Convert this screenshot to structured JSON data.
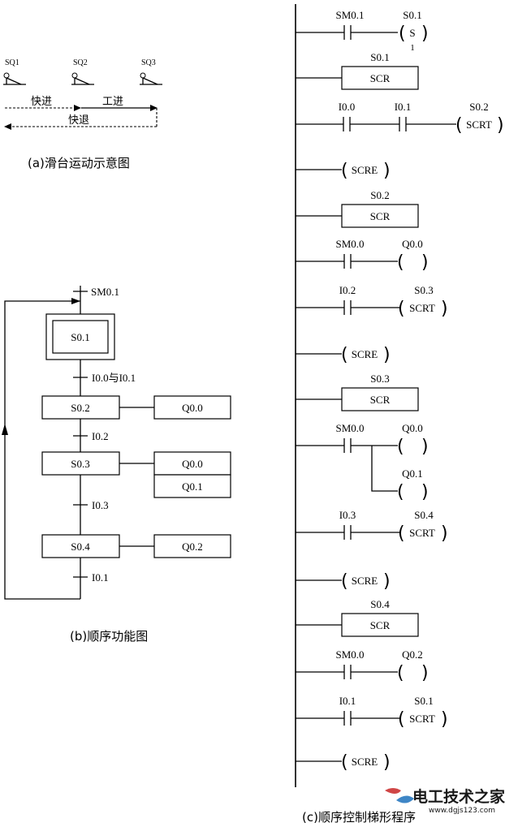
{
  "panel_a": {
    "caption": "(a)滑台运动示意图",
    "switches": [
      "SQ1",
      "SQ2",
      "SQ3"
    ],
    "fast_forward": "快进",
    "work_feed": "工进",
    "fast_return": "快退"
  },
  "panel_b": {
    "caption": "(b)顺序功能图",
    "initial_condition": "SM0.1",
    "steps": [
      "S0.1",
      "S0.2",
      "S0.3",
      "S0.4"
    ],
    "transitions": [
      "I0.0与I0.1",
      "I0.2",
      "I0.3",
      "I0.1"
    ],
    "actions": {
      "s02": [
        "Q0.0"
      ],
      "s03": [
        "Q0.0",
        "Q0.1"
      ],
      "s04": [
        "Q0.2"
      ]
    }
  },
  "panel_c": {
    "caption": "(c)顺序控制梯形程序",
    "rungs": [
      {
        "contact": "SM0.1",
        "coil_addr": "S0.1",
        "coil": "S",
        "coil_param": "1"
      },
      {
        "box_addr": "S0.1",
        "box": "SCR"
      },
      {
        "contacts": [
          "I0.0",
          "I0.1"
        ],
        "coil_addr": "S0.2",
        "coil": "SCRT"
      },
      {
        "coil": "SCRE"
      },
      {
        "box_addr": "S0.2",
        "box": "SCR"
      },
      {
        "contact": "SM0.0",
        "coil_addr": "Q0.0"
      },
      {
        "contact": "I0.2",
        "coil_addr": "S0.3",
        "coil": "SCRT"
      },
      {
        "coil": "SCRE"
      },
      {
        "box_addr": "S0.3",
        "box": "SCR"
      },
      {
        "contact": "SM0.0",
        "coil_addr": "Q0.0",
        "coil_addr2": "Q0.1"
      },
      {
        "contact": "I0.3",
        "coil_addr": "S0.4",
        "coil": "SCRT"
      },
      {
        "coil": "SCRE"
      },
      {
        "box_addr": "S0.4",
        "box": "SCR"
      },
      {
        "contact": "SM0.0",
        "coil_addr": "Q0.2"
      },
      {
        "contact": "I0.1",
        "coil_addr": "S0.1",
        "coil": "SCRT"
      },
      {
        "coil": "SCRE"
      }
    ]
  },
  "watermark": {
    "title": "电工技术之家",
    "url": "www.dgjs123.com"
  }
}
